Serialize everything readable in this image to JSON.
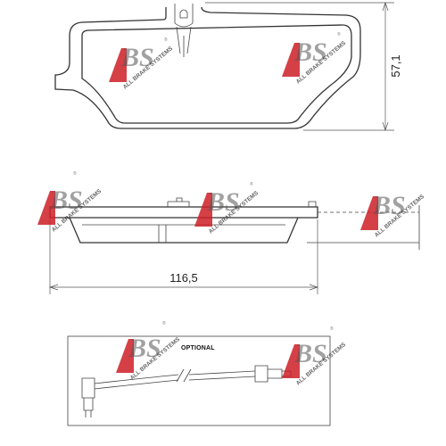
{
  "dimensions": {
    "height": "57,1",
    "width": "116,5"
  },
  "sensor": {
    "label": "OPTIONAL"
  },
  "watermark": {
    "logo_text": "ABS",
    "tagline": "ALL BRAKE SYSTEMS",
    "registered_mark": "®"
  },
  "colors": {
    "line": "#333333",
    "logo_red": "#cc1f26",
    "background": "#ffffff"
  }
}
